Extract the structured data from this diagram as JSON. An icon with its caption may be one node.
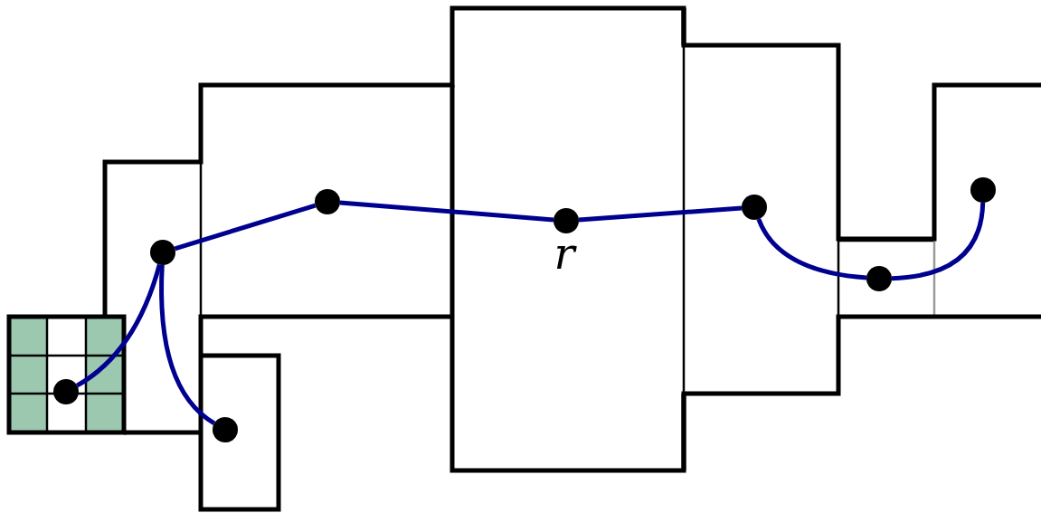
{
  "diagram": {
    "nodes": [
      {
        "text": [],
        "shape": "circle"
      },
      {
        "text": [],
        "shape": "circle"
      },
      {
        "text": [],
        "shape": "circle"
      },
      {
        "text": [],
        "shape": "circle"
      },
      {
        "text": [],
        "shape": "circle",
        "beside": [
          "r"
        ]
      },
      {
        "text": [],
        "shape": "circle"
      },
      {
        "text": [],
        "shape": "circle"
      },
      {
        "text": [],
        "shape": "circle"
      }
    ],
    "edges": [
      {
        "from": 0,
        "to": 1,
        "arrow": "none"
      },
      {
        "from": 1,
        "to": 2,
        "arrow": "none"
      },
      {
        "from": 1,
        "to": 3,
        "arrow": "none"
      },
      {
        "from": 3,
        "to": 4,
        "arrow": "none"
      },
      {
        "from": 4,
        "to": 5,
        "arrow": "none"
      },
      {
        "from": 5,
        "to": 6,
        "arrow": "none"
      },
      {
        "from": 6,
        "to": 7,
        "arrow": "none"
      }
    ]
  }
}
